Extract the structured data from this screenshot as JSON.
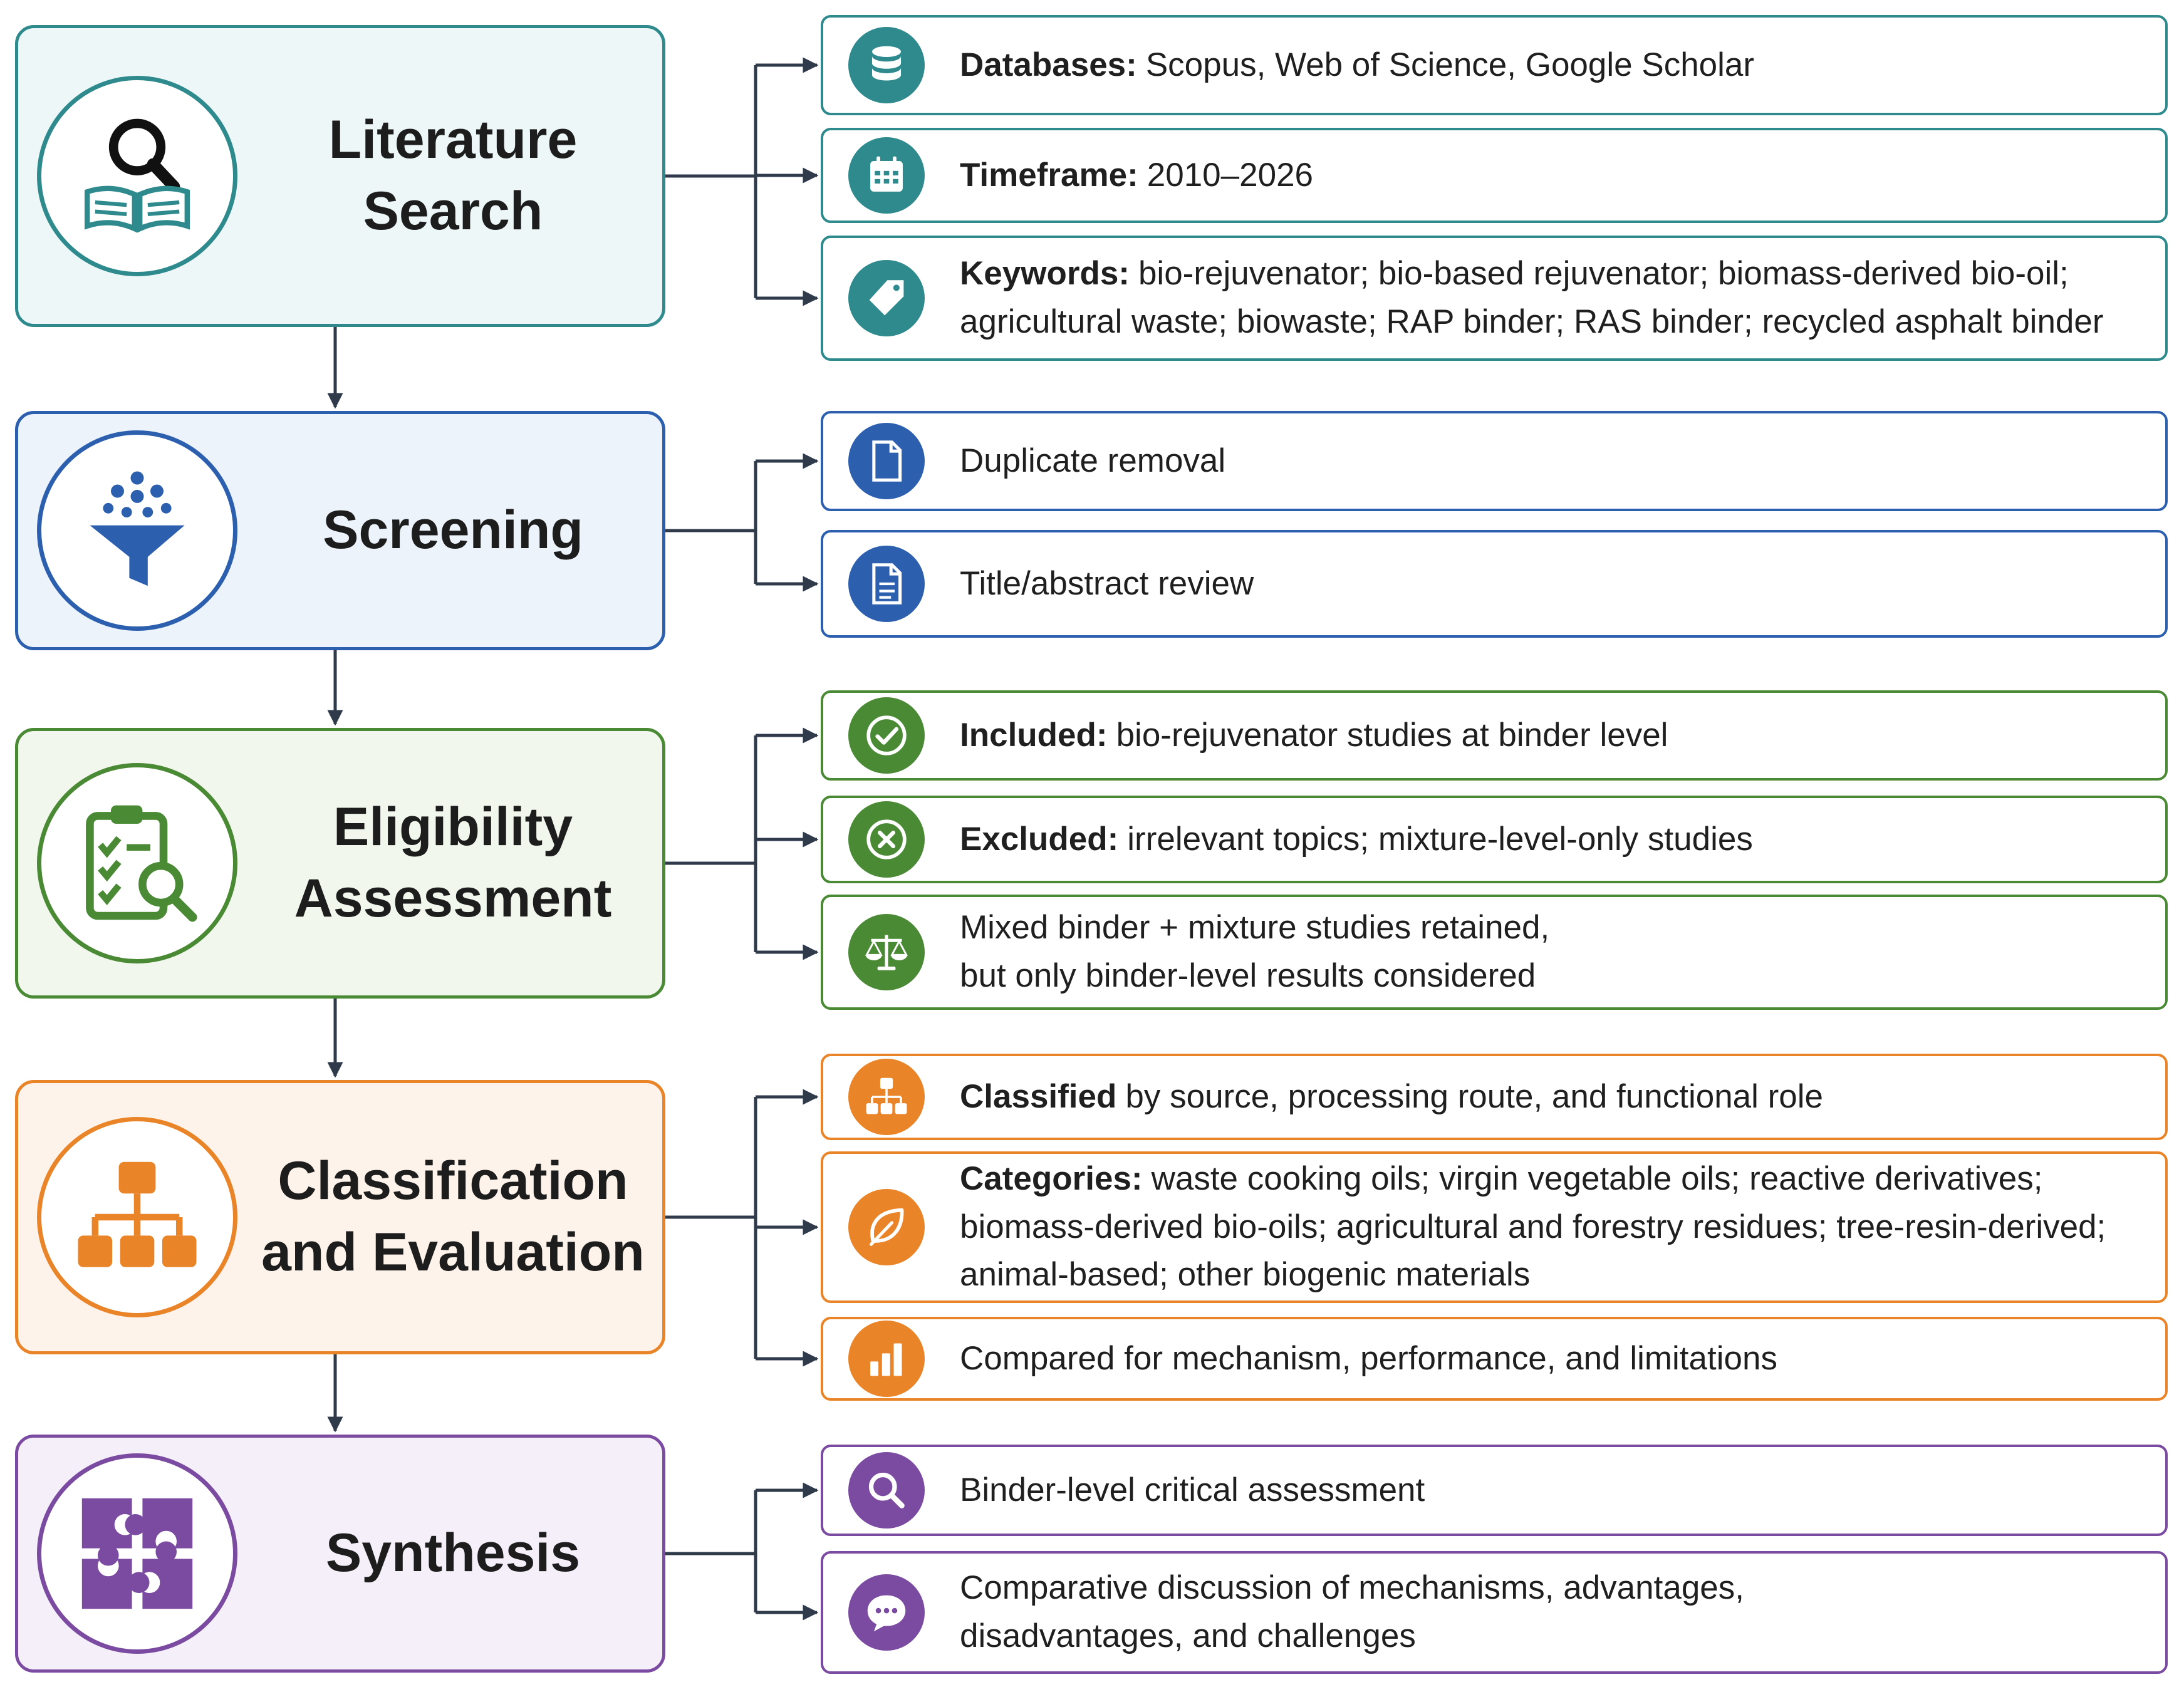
{
  "stages": [
    {
      "title": "Literature\nSearch",
      "icon": "book-magnifier-icon",
      "color": "#2e8a8c",
      "fill": "#edf7f8",
      "items": [
        {
          "icon": "database-icon",
          "label": "Databases:",
          "text": "Scopus, Web of Science, Google Scholar"
        },
        {
          "icon": "calendar-icon",
          "label": "Timeframe:",
          "text": "2010–2026"
        },
        {
          "icon": "tag-icon",
          "label": "Keywords:",
          "text": "bio-rejuvenator; bio-based rejuvenator; biomass-derived bio-oil; agricultural waste; biowaste; RAP binder; RAS binder; recycled asphalt binder"
        }
      ]
    },
    {
      "title": "Screening",
      "icon": "funnel-icon",
      "color": "#2c5fae",
      "fill": "#edf3fb",
      "items": [
        {
          "icon": "document-icon",
          "label": "",
          "text": "Duplicate removal"
        },
        {
          "icon": "document-lines-icon",
          "label": "",
          "text": "Title/abstract review"
        }
      ]
    },
    {
      "title": "Eligibility\nAssessment",
      "icon": "clipboard-checklist-icon",
      "color": "#4a8a35",
      "fill": "#f1f7ec",
      "items": [
        {
          "icon": "check-circle-icon",
          "label": "Included:",
          "text": "bio-rejuvenator studies at binder level"
        },
        {
          "icon": "x-circle-icon",
          "label": "Excluded:",
          "text": "irrelevant topics; mixture-level-only studies"
        },
        {
          "icon": "scales-icon",
          "label": "",
          "text": "Mixed binder + mixture studies retained,\nbut only binder-level results considered"
        }
      ]
    },
    {
      "title": "Classification\nand Evaluation",
      "icon": "hierarchy-icon",
      "color": "#e98429",
      "fill": "#fdf3ea",
      "items": [
        {
          "icon": "hierarchy-icon",
          "label": "Classified",
          "text": "by source, processing route, and functional role"
        },
        {
          "icon": "leaf-icon",
          "label": "Categories:",
          "text": "waste cooking oils; virgin vegetable oils; reactive derivatives; biomass-derived bio-oils; agricultural and forestry residues; tree-resin-derived; animal-based; other biogenic materials"
        },
        {
          "icon": "bar-chart-icon",
          "label": "",
          "text": "Compared for mechanism, performance, and limitations"
        }
      ]
    },
    {
      "title": "Synthesis",
      "icon": "puzzle-icon",
      "color": "#7a4ba0",
      "fill": "#f4eff9",
      "items": [
        {
          "icon": "search-icon",
          "label": "",
          "text": "Binder-level critical assessment"
        },
        {
          "icon": "chat-bubble-icon",
          "label": "",
          "text": "Comparative discussion of mechanisms, advantages,\ndisadvantages, and challenges"
        }
      ]
    }
  ]
}
